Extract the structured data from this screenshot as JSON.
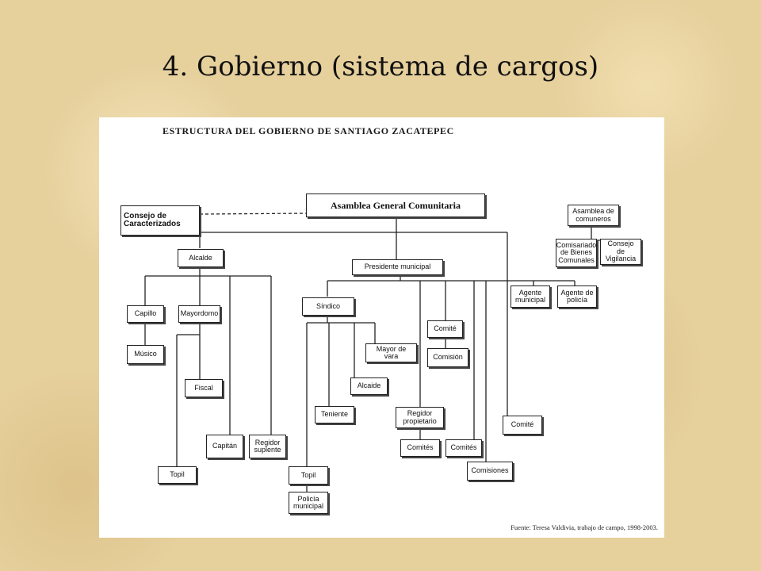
{
  "slide": {
    "title": "4. Gobierno (sistema de cargos)"
  },
  "diagram": {
    "title": "ESTRUCTURA DEL GOBIERNO DE SANTIAGO ZACATEPEC",
    "source": "Fuente: Teresa Valdivia, trabajo de campo, 1998-2003.",
    "nodes": {
      "asamblea_general": "Asamblea General Comunitaria",
      "consejo_caracterizados": "Consejo de\nCaracterizados",
      "asamblea_comuneros": "Asamblea de\ncomuneros",
      "comisariado": "Comisariado\nde Bienes\nComunales",
      "consejo_vigilancia": "Consejo\nde Vigilancia",
      "alcalde": "Alcalde",
      "presidente": "Presidente municipal",
      "capillo": "Capillo",
      "mayordomo": "Mayordomo",
      "musico": "Músico",
      "fiscal": "Fiscal",
      "capitan": "Capitán",
      "regidor_suplente": "Regidor\nsuplente",
      "topil_alcalde": "Topil",
      "sindico": "Síndico",
      "mayor_vara": "Mayor de vara",
      "alcaide": "Alcaide",
      "teniente": "Teniente",
      "topil_sindico": "Topil",
      "policia_municipal": "Policía\nmunicipal",
      "comite_top": "Comité",
      "comision": "Comisión",
      "regidor_propietario": "Regidor\npropietario",
      "comites_a": "Comités",
      "comites_b": "Comités",
      "comisiones": "Comisiones",
      "comite_right": "Comité",
      "agente_municipal": "Agente\nmunicipal",
      "agente_policia": "Agente de\npolicía"
    }
  }
}
